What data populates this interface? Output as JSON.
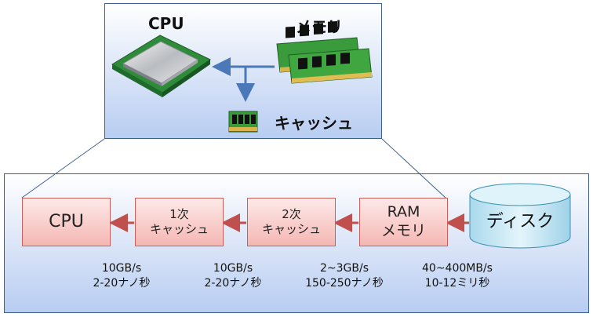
{
  "top": {
    "cpu_label": "CPU",
    "memory_label": "メモリ",
    "cache_label": "キャッシュ"
  },
  "hierarchy": {
    "cpu": "CPU",
    "l1_line1": "1次",
    "l1_line2": "キャッシュ",
    "l2_line1": "2次",
    "l2_line2": "キャッシュ",
    "ram_line1": "RAM",
    "ram_line2": "メモリ",
    "disk": "ディスク"
  },
  "stats": {
    "l1_speed": "10GB/s",
    "l1_latency": "2-20ナノ秒",
    "l2_speed": "10GB/s",
    "l2_latency": "2-20ナノ秒",
    "ram_speed": "2~3GB/s",
    "ram_latency": "150-250ナノ秒",
    "disk_speed": "40~400MB/s",
    "disk_latency": "10-12ミリ秒"
  },
  "colors": {
    "panel_border": "#3f5f8f",
    "box_border": "#c9605a",
    "box_fill": "#f4b7b3",
    "arrow_red": "#c0504d",
    "arrow_blue": "#4a78b8",
    "disk_fill": "#c4e7f3"
  }
}
